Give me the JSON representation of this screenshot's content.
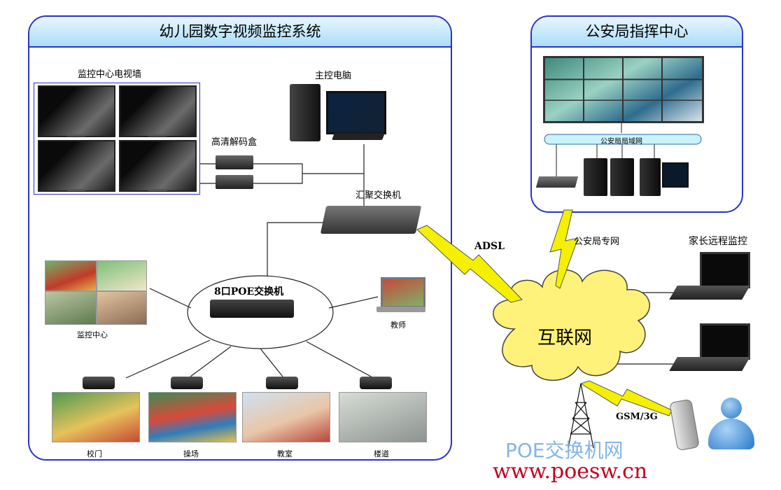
{
  "kindergarten_system": {
    "title": "幼儿园数字视频监控系统",
    "tv_wall": "监控中心电视墙",
    "decoder": "高清解码盒",
    "main_pc": "主控电脑",
    "agg_switch": "汇聚交换机",
    "poe_switch": "8口POE交换机",
    "monitor_center": "监控中心",
    "teacher": "教师",
    "cameras": [
      "校门",
      "操场",
      "教室",
      "楼道"
    ]
  },
  "police_center": {
    "title": "公安局指挥中心",
    "lan": "公安局局域网"
  },
  "links": {
    "adsl": "ADSL",
    "police_net": "公安局专网",
    "gsm": "GSM/3G"
  },
  "internet": "互联网",
  "parent_monitor": "家长远程监控",
  "watermark": {
    "brand": "POE交换机网",
    "url": "www.poesw.cn"
  },
  "colors": {
    "panel_border": "#2a33c8",
    "panel_header": "#a9ddf7",
    "cloud": "#fff27a",
    "lightning": "#f4f000",
    "watermark_url": "#c4001c",
    "watermark_brand": "#6fa8e6"
  }
}
